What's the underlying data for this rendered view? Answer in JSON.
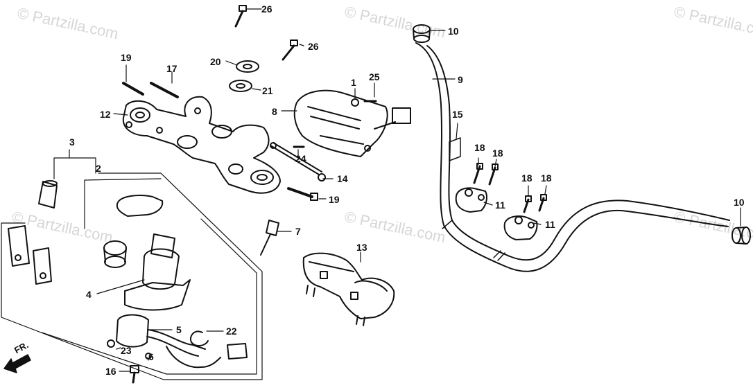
{
  "watermarks": [
    {
      "text": "© Partzilla.com"
    },
    {
      "text": "© Partzilla.com"
    },
    {
      "text": "© Partzilla.com"
    },
    {
      "text": "© Partzilla.com"
    },
    {
      "text": "© Partzilla.com"
    },
    {
      "text": "© Partzilla.com"
    }
  ],
  "callouts": [
    {
      "id": "c1",
      "label": "1"
    },
    {
      "id": "c2",
      "label": "2"
    },
    {
      "id": "c3",
      "label": "3"
    },
    {
      "id": "c4",
      "label": "4"
    },
    {
      "id": "c5",
      "label": "5"
    },
    {
      "id": "c6",
      "label": "6"
    },
    {
      "id": "c7",
      "label": "7"
    },
    {
      "id": "c8",
      "label": "8"
    },
    {
      "id": "c9",
      "label": "9"
    },
    {
      "id": "c10a",
      "label": "10"
    },
    {
      "id": "c10b",
      "label": "10"
    },
    {
      "id": "c11a",
      "label": "11"
    },
    {
      "id": "c11b",
      "label": "11"
    },
    {
      "id": "c12",
      "label": "12"
    },
    {
      "id": "c13",
      "label": "13"
    },
    {
      "id": "c14",
      "label": "14"
    },
    {
      "id": "c15",
      "label": "15"
    },
    {
      "id": "c16",
      "label": "16"
    },
    {
      "id": "c17",
      "label": "17"
    },
    {
      "id": "c18a",
      "label": "18"
    },
    {
      "id": "c18b",
      "label": "18"
    },
    {
      "id": "c18c",
      "label": "18"
    },
    {
      "id": "c18d",
      "label": "18"
    },
    {
      "id": "c19a",
      "label": "19"
    },
    {
      "id": "c19b",
      "label": "19"
    },
    {
      "id": "c20",
      "label": "20"
    },
    {
      "id": "c21",
      "label": "21"
    },
    {
      "id": "c22",
      "label": "22"
    },
    {
      "id": "c23",
      "label": "23"
    },
    {
      "id": "c24",
      "label": "24"
    },
    {
      "id": "c25",
      "label": "25"
    },
    {
      "id": "c26a",
      "label": "26"
    },
    {
      "id": "c26b",
      "label": "26"
    }
  ],
  "direction_marker": {
    "text": "FR.",
    "icon": "front-arrow-icon"
  }
}
